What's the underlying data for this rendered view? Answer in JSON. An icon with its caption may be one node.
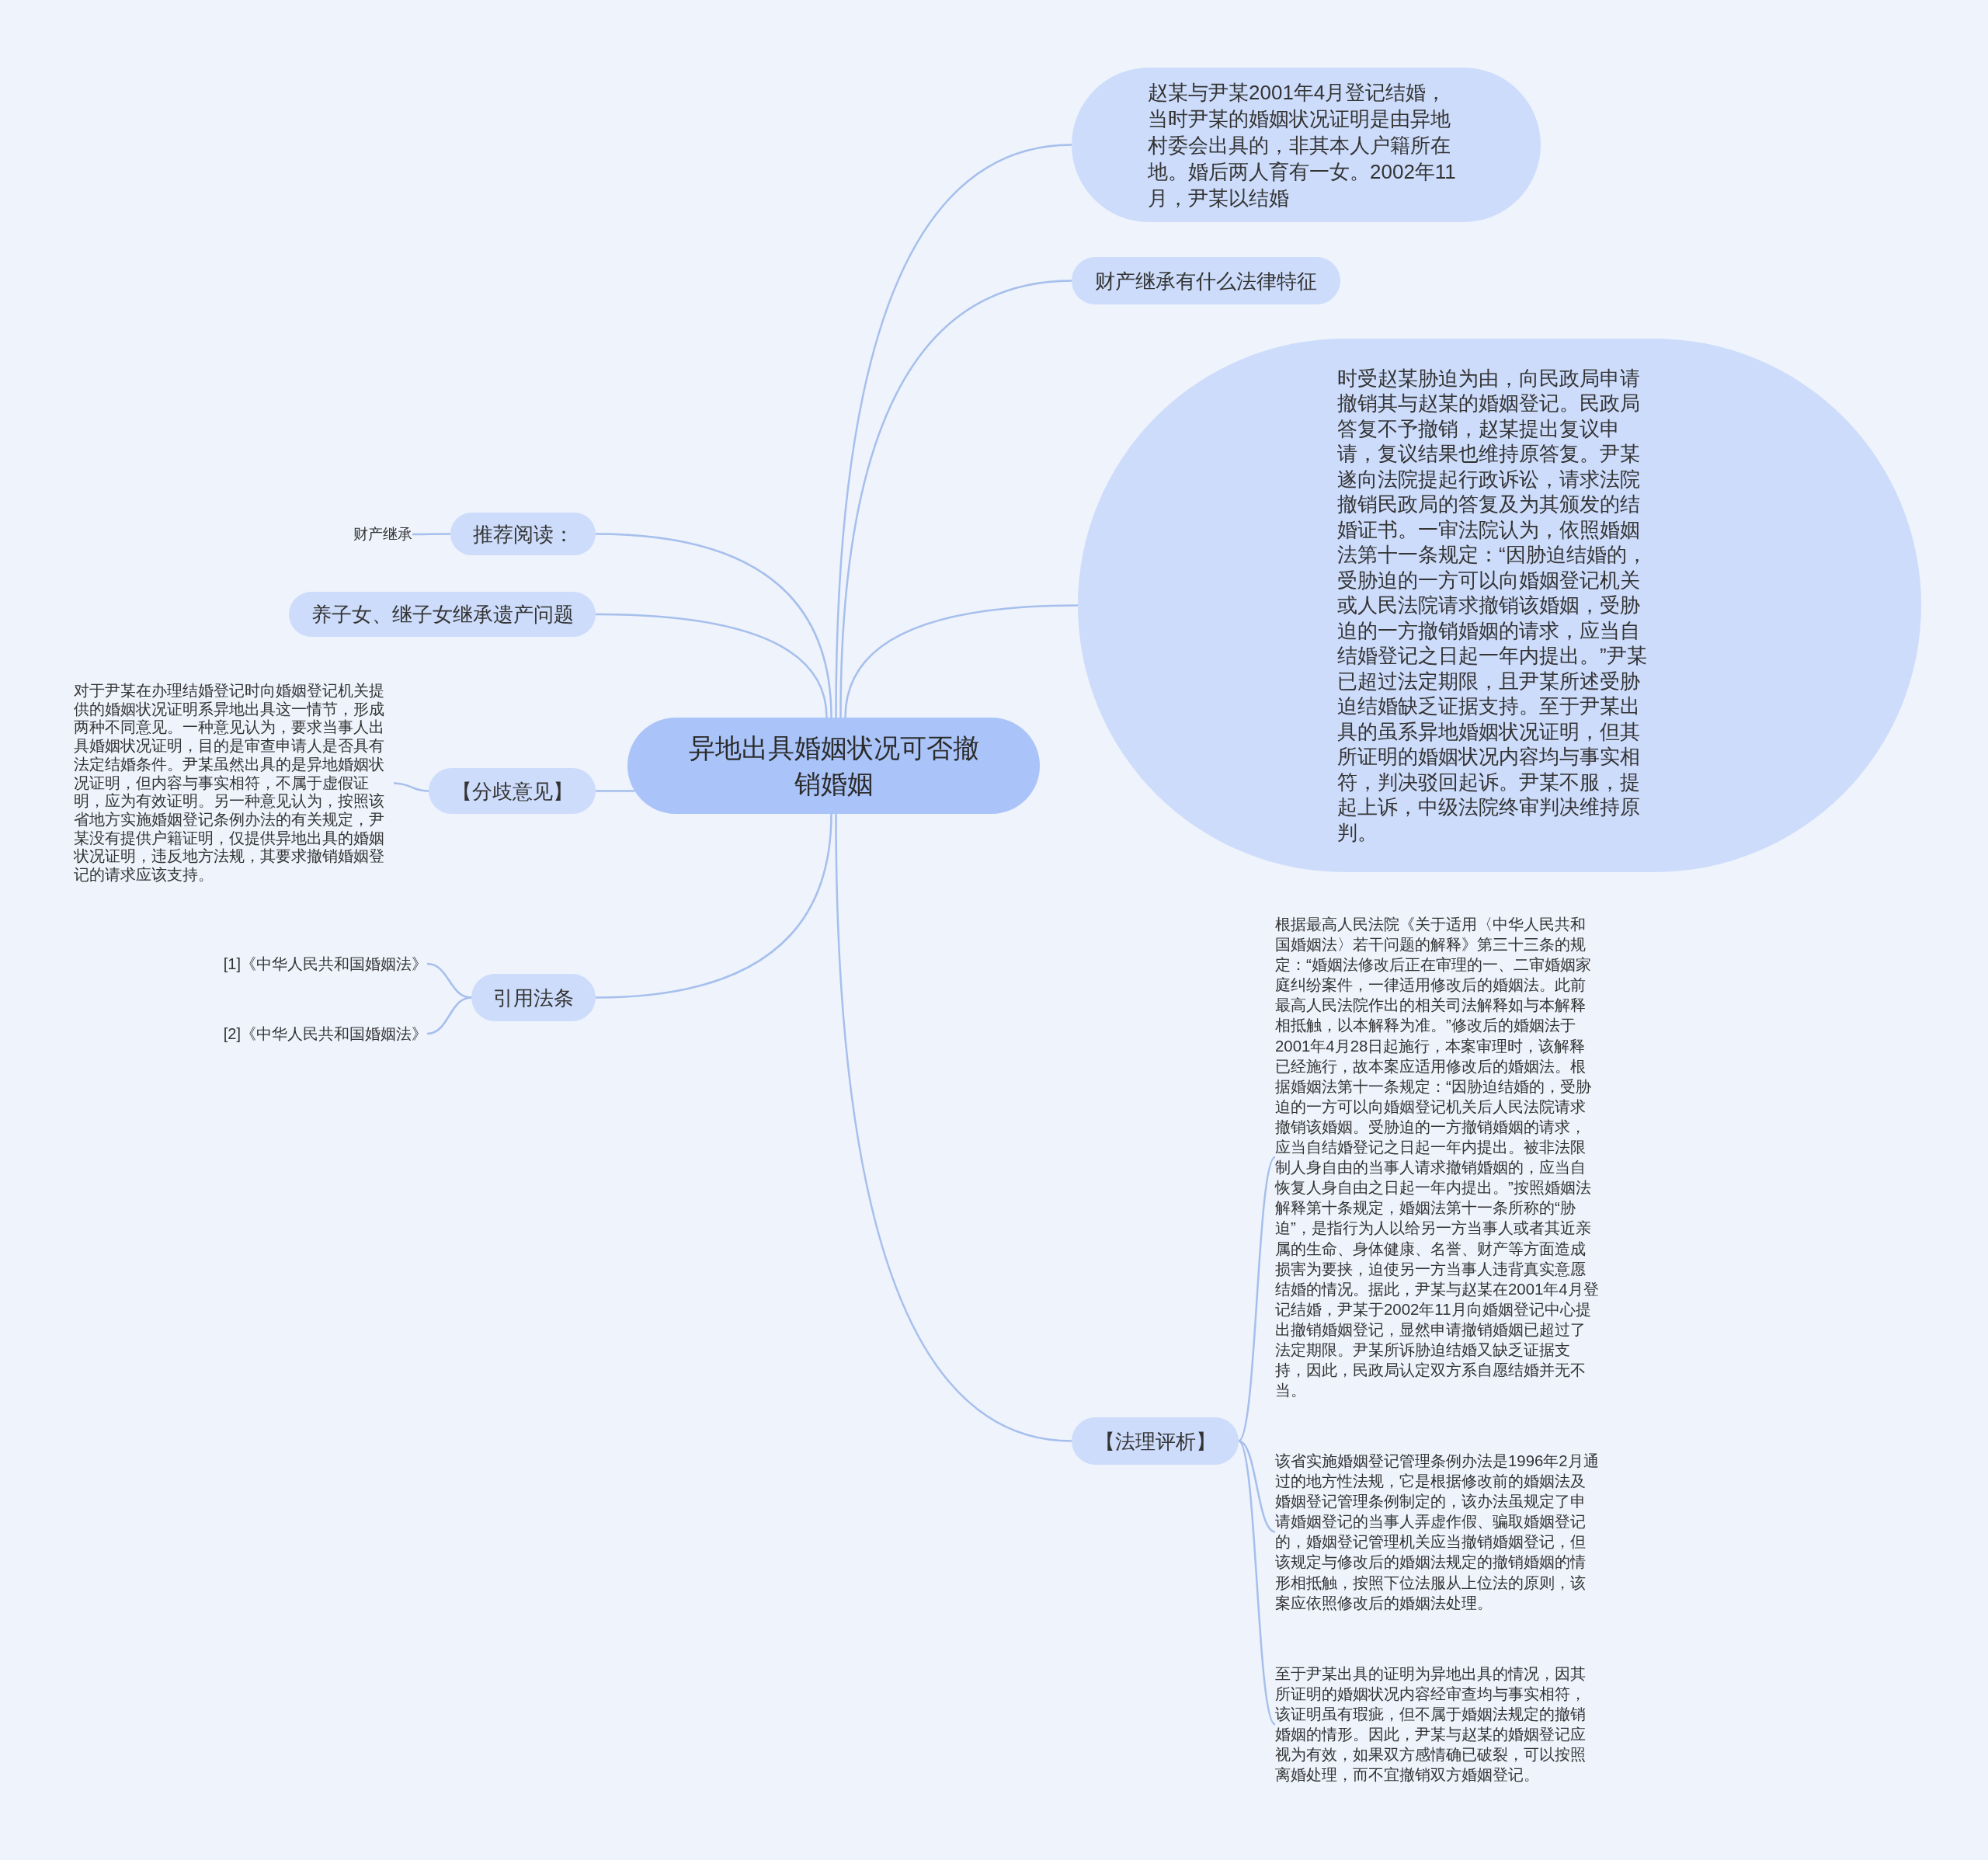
{
  "diagram": {
    "nodes": [
      {
        "text": [
          "异地出具婚姻状况可否撤销婚姻"
        ]
      },
      {
        "text": [
          "赵某与尹某2001年4月登记结婚，当时尹某的婚姻状况证明是由异地村委会出具的，非其本人户籍所在地。婚后两人育有一女。2002年11月，尹某以结婚"
        ]
      },
      {
        "text": [
          "财产继承有什么法律特征"
        ]
      },
      {
        "text": [
          "时受赵某胁迫为由，向民政局申请撤销其与赵某的婚姻登记。民政局答复不予撤销，赵某提出复议申请，复议结果也维持原答复。尹某遂向法院提起行政诉讼，请求法院撤销民政局的答复及为其颁发的结婚证书。一审法院认为，依照婚姻法第十一条规定：“因胁迫结婚的，受胁迫的一方可以向婚姻登记机关或人民法院请求撤销该婚姻，受胁迫的一方撤销婚姻的请求，应当自结婚登记之日起一年内提出。”尹某已超过法定期限，且尹某所述受胁迫结婚缺乏证据支持。至于尹某出具的虽系异地婚姻状况证明，但其所证明的婚姻状况内容均与事实相符，判决驳回起诉。尹某不服，提起上诉，中级法院终审判决维持原判。"
        ]
      },
      {
        "text": [
          "推荐阅读："
        ]
      },
      {
        "text": [
          "财产继承"
        ]
      },
      {
        "text": [
          "养子女、继子女继承遗产问题"
        ]
      },
      {
        "text": [
          "【分歧意见】"
        ]
      },
      {
        "text": [
          "对于尹某在办理结婚登记时向婚姻登记机关提供的婚姻状况证明系异地出具这一情节，形成两种不同意见。一种意见认为，要求当事人出具婚姻状况证明，目的是审查申请人是否具有法定结婚条件。尹某虽然出具的是异地婚姻状况证明，但内容与事实相符，不属于虚假证明，应为有效证明。另一种意见认为，按照该省地方实施婚姻登记条例办法的有关规定，尹某没有提供户籍证明，仅提供异地出具的婚姻状况证明，违反地方法规，其要求撤销婚姻登记的请求应该支持。"
        ]
      },
      {
        "text": [
          "引用法条"
        ]
      },
      {
        "text": [
          "[1]《中华人民共和国婚姻法》"
        ]
      },
      {
        "text": [
          "[2]《中华人民共和国婚姻法》"
        ]
      },
      {
        "text": [
          "【法理评析】"
        ]
      },
      {
        "text": [
          "根据最高人民法院《关于适用〈中华人民共和国婚姻法〉若干问题的解释》第三十三条的规定：“婚姻法修改后正在审理的一、二审婚姻家庭纠纷案件，一律适用修改后的婚姻法。此前最高人民法院作出的相关司法解释如与本解释相抵触，以本解释为准。”修改后的婚姻法于2001年4月28日起施行，本案审理时，该解释已经施行，故本案应适用修改后的婚姻法。根据婚姻法第十一条规定：“因胁迫结婚的，受胁迫的一方可以向婚姻登记机关后人民法院请求撤销该婚姻。受胁迫的一方撤销婚姻的请求，应当自结婚登记之日起一年内提出。被非法限制人身自由的当事人请求撤销婚姻的，应当自恢复人身自由之日起一年内提出。”按照婚姻法解释第十条规定，婚姻法第十一条所称的“胁迫”，是指行为人以给另一方当事人或者其近亲属的生命、身体健康、名誉、财产等方面造成损害为要挟，迫使另一方当事人违背真实意愿结婚的情况。据此，尹某与赵某在2001年4月登记结婚，尹某于2002年11月向婚姻登记中心提出撤销婚姻登记，显然申请撤销婚姻已超过了法定期限。尹某所诉胁迫结婚又缺乏证据支持，因此，民政局认定双方系自愿结婚并无不当。"
        ]
      },
      {
        "text": [
          "该省实施婚姻登记管理条例办法是1996年2月通过的地方性法规，它是根据修改前的婚姻法及婚姻登记管理条例制定的，该办法虽规定了申请婚姻登记的当事人弄虚作假、骗取婚姻登记的，婚姻登记管理机关应当撤销婚姻登记，但该规定与修改后的婚姻法规定的撤销婚姻的情形相抵触，按照下位法服从上位法的原则，该案应依照修改后的婚姻法处理。"
        ]
      },
      {
        "text": [
          "至于尹某出具的证明为异地出具的情况，因其所证明的婚姻状况内容经审查均与事实相符，该证明虽有瑕疵，但不属于婚姻法规定的撤销婚姻的情形。因此，尹某与赵某的婚姻登记应视为有效，如果双方感情确已破裂，可以按照离婚处理，而不宜撤销双方婚姻登记。"
        ]
      }
    ],
    "edges": [
      {
        "from": 0,
        "to": 1,
        "arrow": "none"
      },
      {
        "from": 0,
        "to": 2,
        "arrow": "none"
      },
      {
        "from": 0,
        "to": 3,
        "arrow": "none"
      },
      {
        "from": 0,
        "to": 4,
        "arrow": "none"
      },
      {
        "from": 4,
        "to": 5,
        "arrow": "none"
      },
      {
        "from": 0,
        "to": 6,
        "arrow": "none"
      },
      {
        "from": 0,
        "to": 7,
        "arrow": "none"
      },
      {
        "from": 7,
        "to": 8,
        "arrow": "none"
      },
      {
        "from": 0,
        "to": 9,
        "arrow": "none"
      },
      {
        "from": 9,
        "to": 10,
        "arrow": "none"
      },
      {
        "from": 9,
        "to": 11,
        "arrow": "none"
      },
      {
        "from": 0,
        "to": 12,
        "arrow": "none"
      },
      {
        "from": 12,
        "to": 13,
        "arrow": "none"
      },
      {
        "from": 12,
        "to": 14,
        "arrow": "none"
      },
      {
        "from": 12,
        "to": 15,
        "arrow": "none"
      }
    ]
  }
}
